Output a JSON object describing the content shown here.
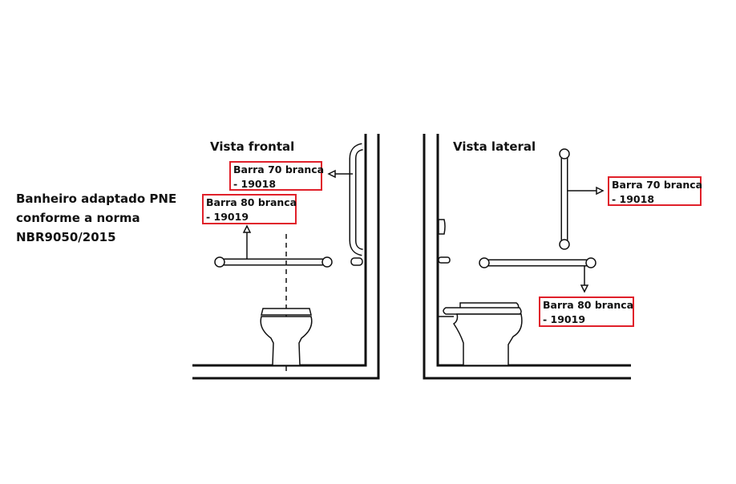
{
  "intro": {
    "lines": [
      "Banheiro adaptado PNE",
      "conforme a norma",
      "NBR9050/2015"
    ]
  },
  "frontal": {
    "title": "Vista frontal",
    "label_70": {
      "line1": "Barra 70 branca",
      "line2": "- 19018"
    },
    "label_80": {
      "line1": "Barra 80 branca",
      "line2": "- 19019"
    }
  },
  "lateral": {
    "title": "Vista lateral",
    "label_70": {
      "line1": "Barra 70 branca",
      "line2": "- 19018"
    },
    "label_80": {
      "line1": "Barra 80 branca",
      "line2": "- 19019"
    }
  },
  "colors": {
    "label_border": "#e0202a",
    "lines": "#111111"
  }
}
